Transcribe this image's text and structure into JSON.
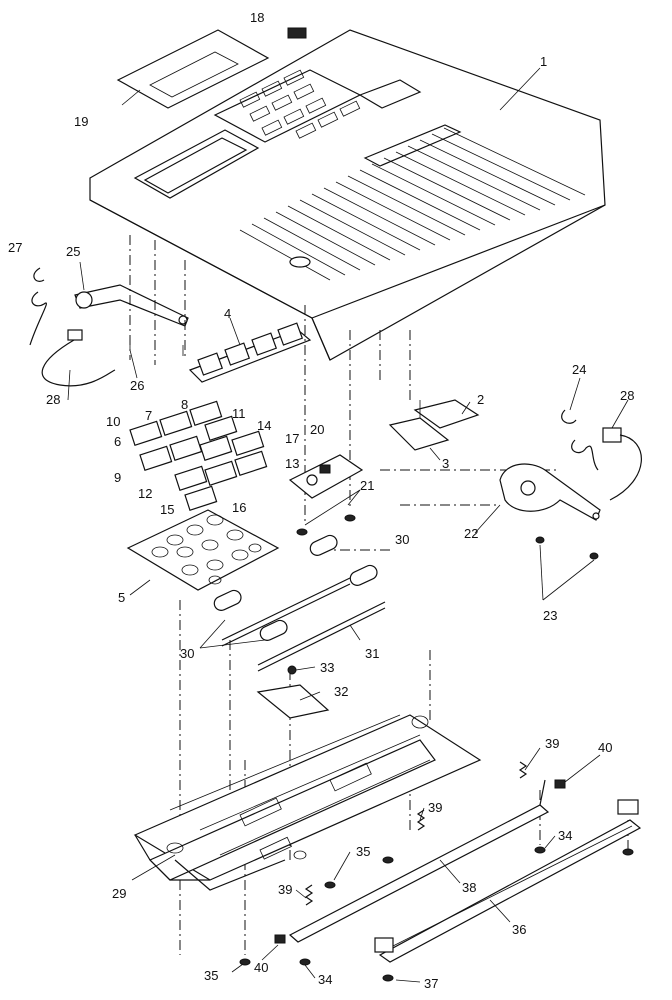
{
  "diagram": {
    "callouts": [
      "1",
      "2",
      "3",
      "4",
      "5",
      "6",
      "7",
      "8",
      "9",
      "10",
      "11",
      "12",
      "13",
      "14",
      "15",
      "16",
      "17",
      "18",
      "19",
      "20",
      "21",
      "22",
      "23",
      "24",
      "25",
      "26",
      "27",
      "28",
      "28",
      "29",
      "30",
      "30",
      "31",
      "32",
      "33",
      "34",
      "34",
      "35",
      "35",
      "36",
      "37",
      "38",
      "39",
      "39",
      "39",
      "40",
      "40"
    ]
  }
}
